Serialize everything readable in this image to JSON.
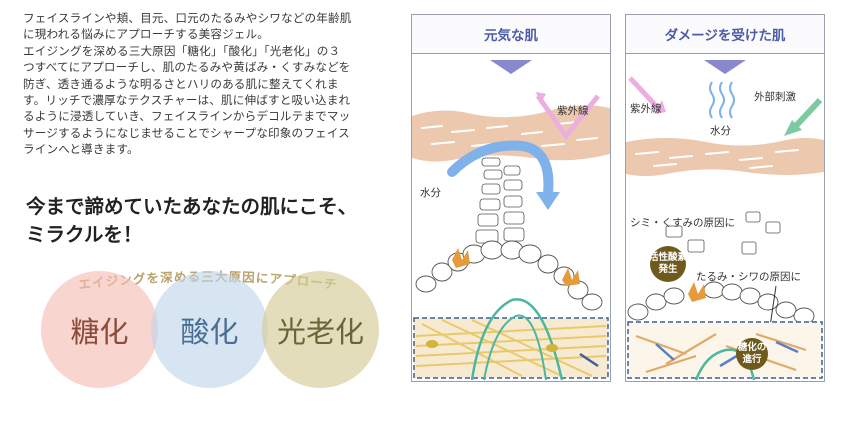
{
  "description": "フェイスラインや頬、目元、口元のたるみやシワなどの年齢肌\nに現われる悩みにアプローチする美容ジェル。\nエイジングを深める三大原因「糖化」「酸化」「光老化」の３\nつすべてにアプローチし、肌のたるみや黄ばみ・くすみなどを\n防ぎ、透き通るような明るさとハリのある肌に整えてくれま\nす。リッチで濃厚なテクスチャーは、肌に伸ばすと吸い込まれ\nるように浸透していき、フェイスラインからデコルテまでマッ\nサージするようになじませることでシャープな印象のフェイス\nラインへと導きます。",
  "catchphrase": "今まで諦めていたあなたの肌にこそ、\nミラクルを！",
  "causes": {
    "heading": "エイジングを深める三大原因にアプローチ",
    "items": [
      "糖化",
      "酸化",
      "光老化"
    ],
    "colors": [
      "#f4bcb2",
      "#bed5ec",
      "#d5cc98"
    ]
  },
  "healthy_skin": {
    "title": "元気な肌",
    "labels": {
      "uv": "紫外線",
      "water": "水分"
    }
  },
  "damaged_skin": {
    "title": "ダメージを受けた肌",
    "labels": {
      "uv": "紫外線",
      "stimulus": "外部刺激",
      "water": "水分",
      "spots_cause": "シミ・くすみの原因に",
      "active_oxygen": "活性酸素\n発生",
      "sagging_cause": "たるみ・シワの原因に",
      "glycation": "糖化の\n進行"
    }
  },
  "colors": {
    "panel_title": "#4d5aa5",
    "arrow": "#8a88cc",
    "skin": "#ecc8ae",
    "uv_arrow": "#ecaee0",
    "stimulus_arrow": "#7cc9a2",
    "water_arrow": "#7fb1ea",
    "dashed_box": "#3d5f9a",
    "active_oxygen": "#6e5a1c"
  }
}
